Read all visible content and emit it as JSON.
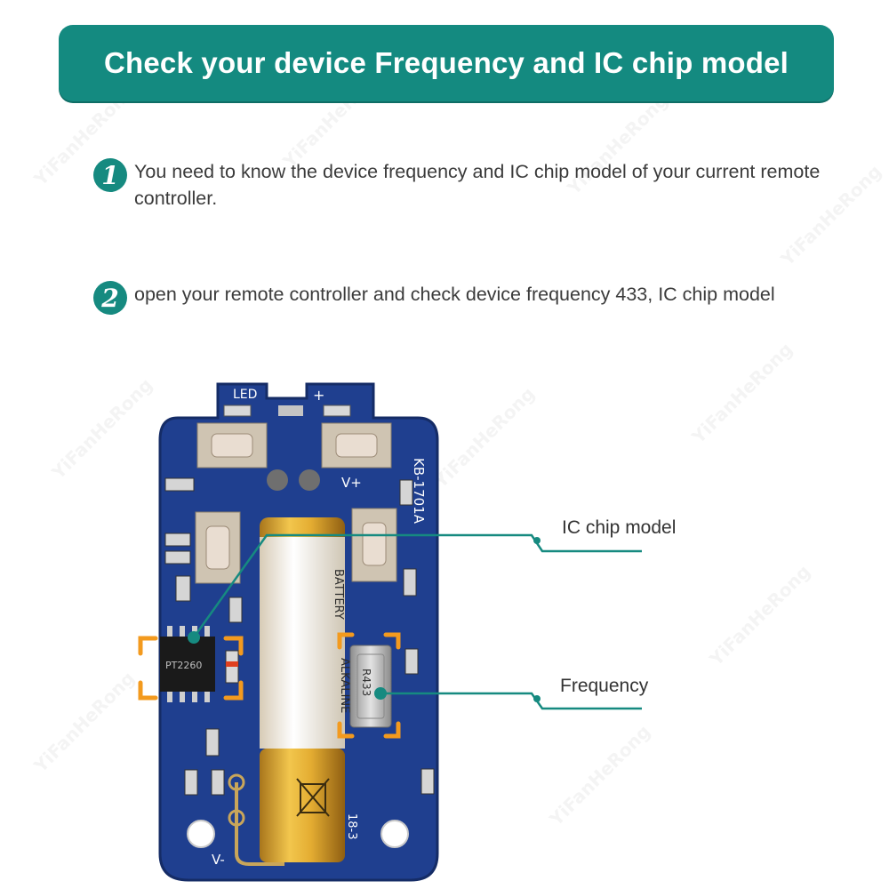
{
  "header": {
    "title": "Check your device Frequency and IC chip model"
  },
  "steps": [
    {
      "number": "1",
      "text": "You need to know the device frequency and IC chip model of your current remote controller."
    },
    {
      "number": "2",
      "text": "open your remote controller and check device frequency 433, IC chip model"
    }
  ],
  "callouts": {
    "ic_chip": "IC chip model",
    "frequency": "Frequency"
  },
  "board": {
    "led_label": "LED",
    "plus_label": "+",
    "vplus_label": "V+",
    "vminus_label": "V-",
    "model_label": "KB-1701A",
    "date_label": "18-3",
    "chip_label": "PT2260",
    "crystal_label": "R433",
    "battery_label": "BATTERY",
    "battery_brand": "ALKALINE"
  },
  "watermark": "YiFanHeRong",
  "colors": {
    "teal": "#148a80",
    "board_blue": "#1f3f8f",
    "orange": "#f39a1e",
    "gold": "#d9a431"
  }
}
